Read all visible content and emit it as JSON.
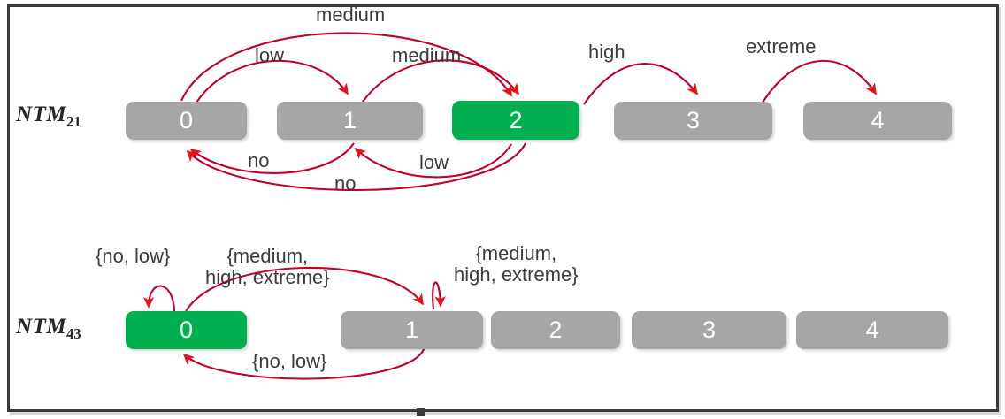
{
  "figure": {
    "frame_border_color": "#3a3a3a",
    "background": "#ffffff",
    "node_gray": "#a6a6a6",
    "node_green": "#00b050",
    "edge_color": "#c2002a",
    "arrowhead_color": "#e8121a",
    "label_text_color": "#3b3b3b"
  },
  "rows": [
    {
      "name": "NTM_21",
      "label_main": "NTM",
      "label_sub": "21",
      "nodes": [
        {
          "label": "0",
          "state": "inactive"
        },
        {
          "label": "1",
          "state": "inactive"
        },
        {
          "label": "2",
          "state": "active"
        },
        {
          "label": "3",
          "state": "inactive"
        },
        {
          "label": "4",
          "state": "inactive"
        }
      ],
      "transitions": [
        {
          "from": "0",
          "to": "2",
          "label": "medium",
          "side": "above"
        },
        {
          "from": "0",
          "to": "1",
          "label": "low",
          "side": "above"
        },
        {
          "from": "1",
          "to": "2",
          "label": "medium",
          "side": "above"
        },
        {
          "from": "2",
          "to": "3",
          "label": "high",
          "side": "above"
        },
        {
          "from": "3",
          "to": "4",
          "label": "extreme",
          "side": "above"
        },
        {
          "from": "1",
          "to": "0",
          "label": "no",
          "side": "below"
        },
        {
          "from": "2",
          "to": "0",
          "label": "no",
          "side": "below"
        },
        {
          "from": "2",
          "to": "1",
          "label": "low",
          "side": "below"
        }
      ]
    },
    {
      "name": "NTM_43",
      "label_main": "NTM",
      "label_sub": "43",
      "nodes": [
        {
          "label": "0",
          "state": "active"
        },
        {
          "label": "1",
          "state": "inactive"
        },
        {
          "label": "2",
          "state": "inactive"
        },
        {
          "label": "3",
          "state": "inactive"
        },
        {
          "label": "4",
          "state": "inactive"
        }
      ],
      "transitions": [
        {
          "from": "0",
          "to": "0",
          "label": "{no, low}",
          "side": "self-above"
        },
        {
          "from": "0",
          "to": "1",
          "label": "{medium,\nhigh, extreme}",
          "side": "above"
        },
        {
          "from": "1",
          "to": "1",
          "label": "{medium,\nhigh, extreme}",
          "side": "self-above"
        },
        {
          "from": "1",
          "to": "0",
          "label": "{no, low}",
          "side": "below"
        }
      ]
    }
  ]
}
